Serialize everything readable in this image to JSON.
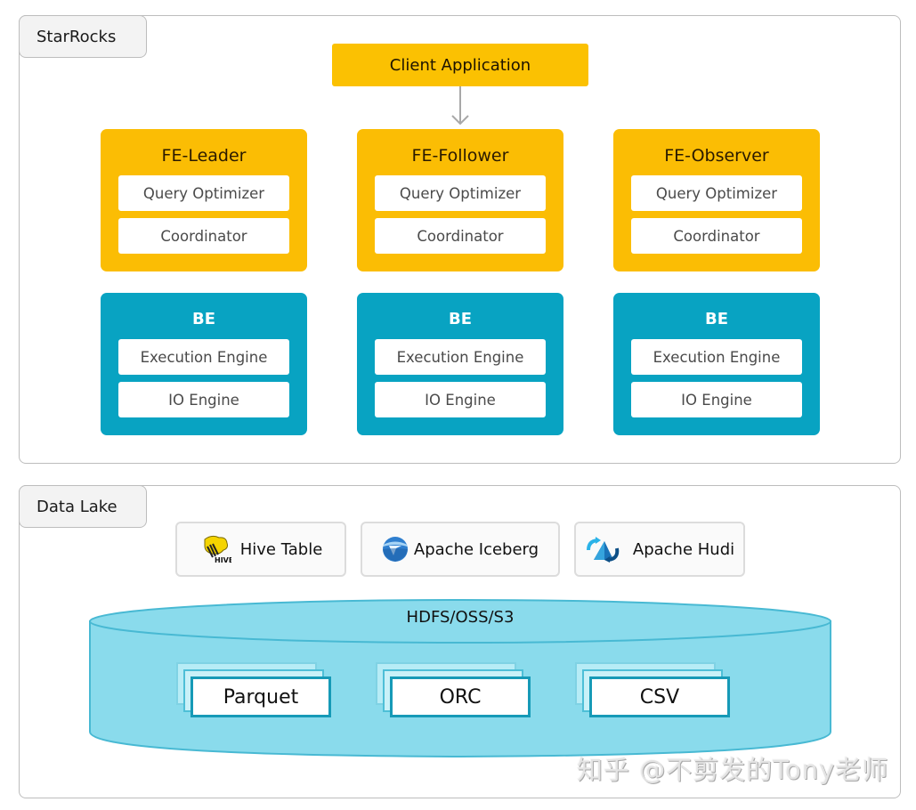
{
  "starrocks": {
    "section_label": "StarRocks",
    "client": "Client Application",
    "fe_nodes": [
      {
        "title": "FE-Leader",
        "components": [
          "Query Optimizer",
          "Coordinator"
        ]
      },
      {
        "title": "FE-Follower",
        "components": [
          "Query Optimizer",
          "Coordinator"
        ]
      },
      {
        "title": "FE-Observer",
        "components": [
          "Query Optimizer",
          "Coordinator"
        ]
      }
    ],
    "be_nodes": [
      {
        "title": "BE",
        "components": [
          "Execution Engine",
          "IO Engine"
        ]
      },
      {
        "title": "BE",
        "components": [
          "Execution Engine",
          "IO Engine"
        ]
      },
      {
        "title": "BE",
        "components": [
          "Execution Engine",
          "IO Engine"
        ]
      }
    ]
  },
  "datalake": {
    "section_label": "Data Lake",
    "table_formats": [
      {
        "label": "Hive Table",
        "icon": "hive-bee-icon"
      },
      {
        "label": "Apache Iceberg",
        "icon": "iceberg-icon"
      },
      {
        "label": "Apache Hudi",
        "icon": "hudi-icon"
      }
    ],
    "storage_label": "HDFS/OSS/S3",
    "file_formats": [
      "Parquet",
      "ORC",
      "CSV"
    ]
  },
  "colors": {
    "fe": "#fbbd04",
    "be": "#08a3c2",
    "storage": "#8adbec"
  },
  "watermark": "知乎 @不剪发的Tony老师"
}
